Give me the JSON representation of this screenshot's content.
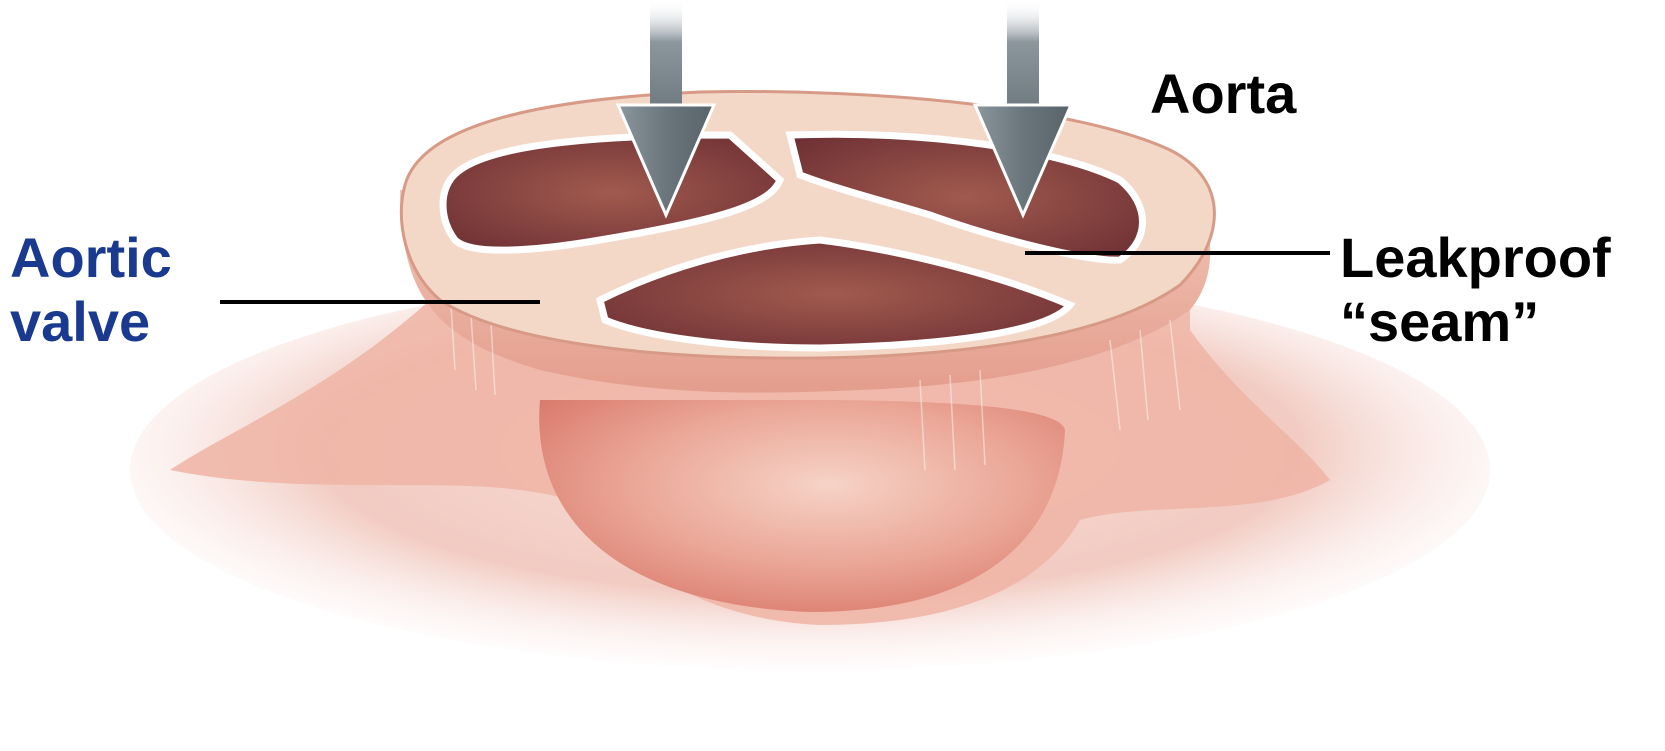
{
  "labels": {
    "aorta": "Aorta",
    "aortic_valve": [
      "Aortic",
      "valve"
    ],
    "leakproof_seam": [
      "Leakproof",
      "“seam”"
    ]
  },
  "colors": {
    "aortic_valve_label": "#1a3a8f",
    "label_text": "#000000",
    "arrow": "#6f7a82",
    "tissue": "#e9a08e",
    "tissue_dark": "#a95a4c",
    "cusp_interior": "#8a3f3a",
    "rim": "#f3dccd"
  }
}
